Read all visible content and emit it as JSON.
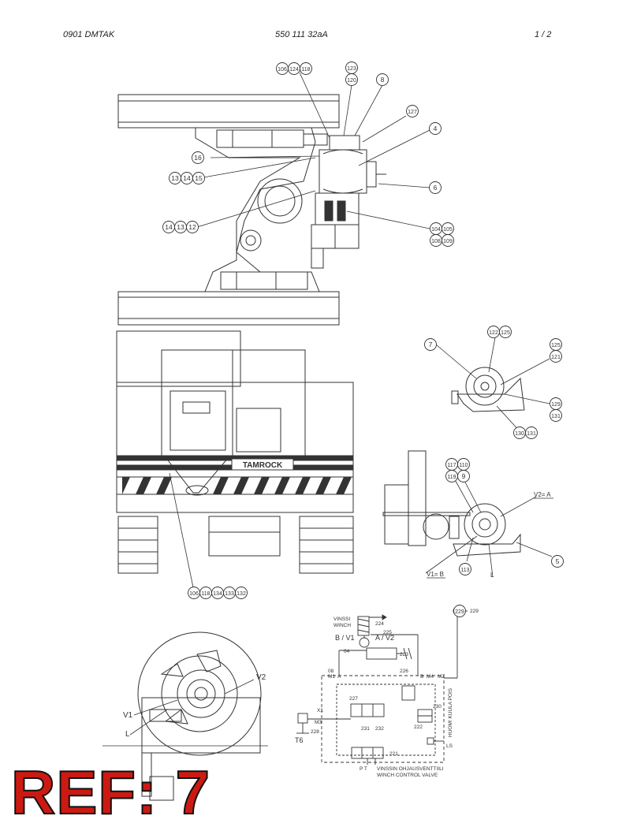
{
  "header": {
    "left": "0901   DMTAK",
    "center": "550 111 32aA",
    "right": "1 /  2"
  },
  "ref_label": "REF: 7",
  "callouts": {
    "c106": "106",
    "c124": "124",
    "c118": "118",
    "c123a": "123",
    "c120": "120",
    "c8": "8",
    "c127": "127",
    "c4": "4",
    "c16": "16",
    "c13": "13",
    "c14": "14",
    "c15": "15",
    "c6": "6",
    "c14b": "14",
    "c13b": "13",
    "c12": "12",
    "c104": "104",
    "c105": "105",
    "c108": "108",
    "c109": "109",
    "c7": "7",
    "c122": "122",
    "c125": "125",
    "c125b": "125",
    "c121": "121",
    "c129": "129",
    "c131": "131",
    "c130": "130",
    "c131b": "131",
    "c117": "117",
    "c110": "110",
    "c119": "119",
    "c9": "9",
    "c5": "5",
    "c113": "113",
    "c106b": "106",
    "c118b": "118",
    "c134": "134",
    "c133": "133",
    "c132": "132",
    "c229": "229"
  },
  "labels": {
    "brand": "TAMROCK",
    "v2a": "V2= A",
    "v1b": "V1= B",
    "l_side": "L",
    "v2": "V2",
    "v1": "V1",
    "l_drum": "L",
    "vinssi": "VINSSI",
    "winch": "WINCH",
    "bv1": "B / V1",
    "av2": "A / V2",
    "n224": "224",
    "n225": "225",
    "n223": "223",
    "n04": "04",
    "n08": "08",
    "m1": "M1",
    "a_port": "A",
    "b_port": "B",
    "m4": "M4",
    "mz": "MZ",
    "x1": "X1",
    "m3": "M3",
    "t6": "T6",
    "n226": "226",
    "n227": "227",
    "n228": "228",
    "n230": "230",
    "n231": "231",
    "n232": "232",
    "n222": "222",
    "n221": "221",
    "n6_ls": "LS",
    "pt": "P   T",
    "valve_fi": "VINSSIN OHJAUSVENTTIILI",
    "valve_en": "WINCH CONTROL VALVE",
    "huom": "HUOM! KUULA POIS",
    "n229b": "229",
    "n226b": "226"
  },
  "colors": {
    "line": "#333333",
    "ref_fill": "#cc1a12",
    "ref_stroke": "#111111"
  }
}
